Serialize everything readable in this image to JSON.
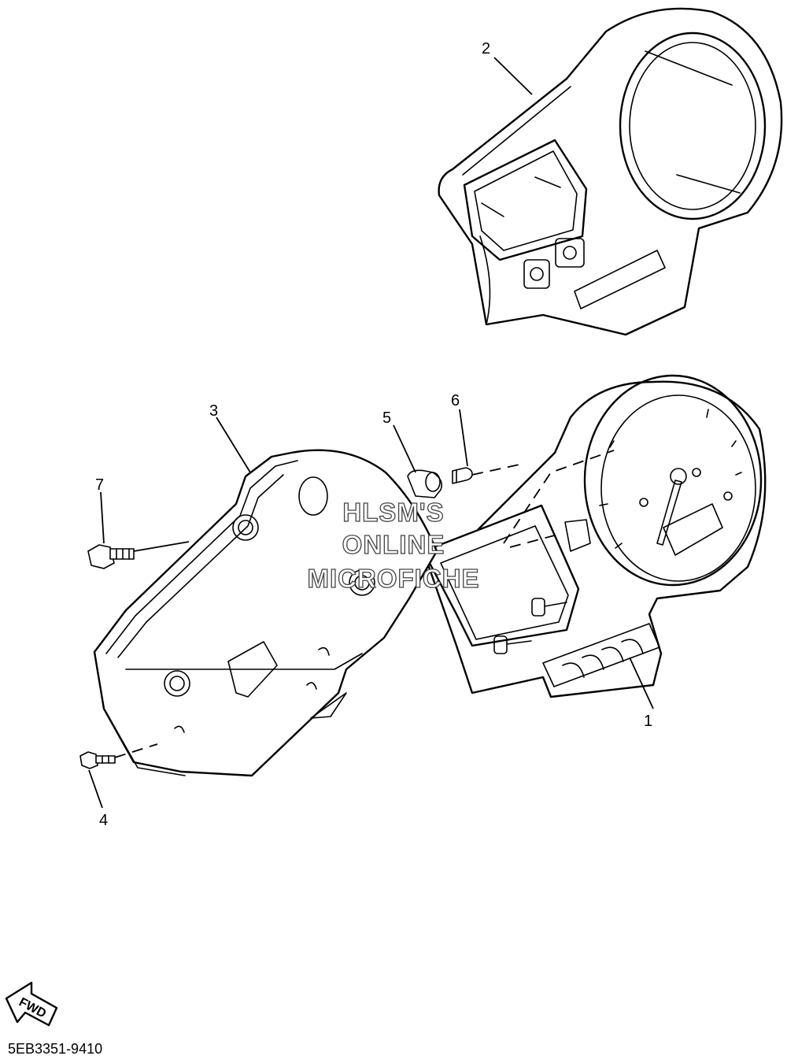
{
  "callouts": [
    "1",
    "2",
    "3",
    "4",
    "5",
    "6",
    "7"
  ],
  "watermark": [
    "HLSM'S",
    "ONLINE",
    "MICROFICHE"
  ],
  "fwd_label": "FWD",
  "drawing_code": "5EB3351-9410"
}
